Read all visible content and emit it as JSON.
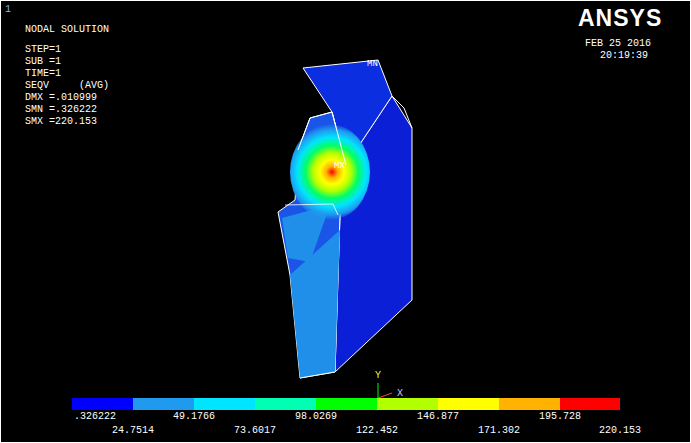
{
  "diagram": {
    "labels": [
      "1",
      "NODAL SOLUTION",
      "STEP=1",
      "SUB =1",
      "TIME=1",
      "SEQV     (AVG)",
      "DMX =.010999",
      "SMN =.326222",
      "SMX =220.153",
      "ANSYS",
      "FEB 25 2016",
      "20:19:39",
      "MN",
      "MX",
      "Y",
      "X",
      ".326222",
      "24.7514",
      "49.1766",
      "73.6017",
      "98.0269",
      "122.452",
      "146.877",
      "171.302",
      "195.728",
      "220.153"
    ]
  }
}
